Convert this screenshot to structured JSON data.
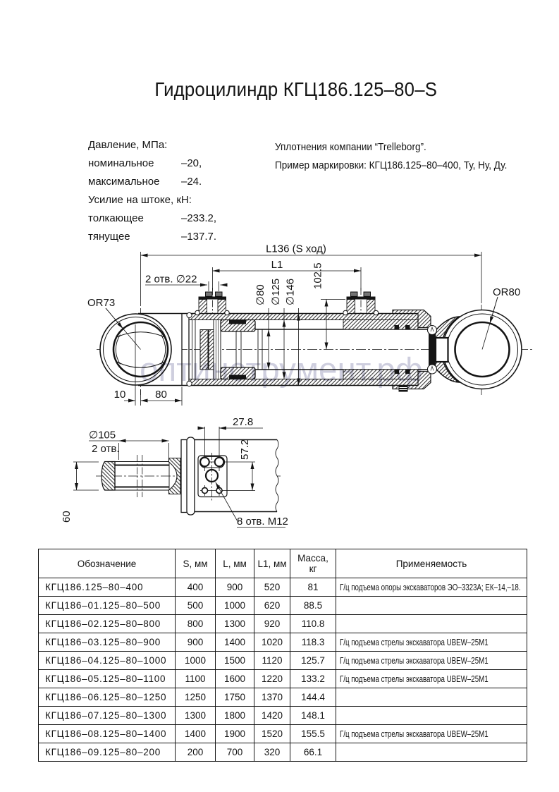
{
  "colors": {
    "ink": "#141414",
    "watermark": "#c9c9db"
  },
  "page": {
    "title": "Гидроцилиндр КГЦ186.125–80–S"
  },
  "specs": {
    "lines": [
      {
        "label": "Давление, МПа:",
        "value": ""
      },
      {
        "label": "номинальное",
        "value": "–20,"
      },
      {
        "label": "максимальное",
        "value": "–24."
      },
      {
        "label": "Усилие на штоке, кН:",
        "value": ""
      },
      {
        "label": "толкающее",
        "value": "–233.2,"
      },
      {
        "label": "тянущее",
        "value": "–137.7."
      }
    ]
  },
  "notes": {
    "line1": "Уплотнения компании “Trelleborg”.",
    "line2": "Пример маркировки: КГЦ186.125–80–400, Ту, Ну, Ду."
  },
  "drawing": {
    "dim_stroke": "L136 (S ход)",
    "dim_l1": "L1",
    "ports_label": "2 отв. ∅22",
    "d80": "∅80",
    "d125": "∅125",
    "d146": "∅146",
    "h102": "102.5",
    "or73": "OR73",
    "or80": "OR80",
    "dim10": "10",
    "dim80": "80"
  },
  "view2": {
    "d105": "∅105",
    "holes": "2 отв.",
    "w278": "27.8",
    "h572": "57.2",
    "h60": "60",
    "m12": "8 отв. М12"
  },
  "watermark": "оптинструмент.рф",
  "table": {
    "headers": {
      "c1": "Обозначение",
      "c2": "S, мм",
      "c3": "L, мм",
      "c4": "L1, мм",
      "c5a": "Масса,",
      "c5b": "кг",
      "c6": "Применяемость"
    },
    "rows": [
      {
        "name": "КГЦ186.125–80–400",
        "s": "400",
        "l": "900",
        "l1": "520",
        "mass": "81",
        "app": "Г/ц подъема опоры экскаваторов ЭО–3323А; ЕК–14,–18."
      },
      {
        "name": "КГЦ186–01.125–80–500",
        "s": "500",
        "l": "1000",
        "l1": "620",
        "mass": "88.5",
        "app": ""
      },
      {
        "name": "КГЦ186–02.125–80–800",
        "s": "800",
        "l": "1300",
        "l1": "920",
        "mass": "110.8",
        "app": ""
      },
      {
        "name": "КГЦ186–03.125–80–900",
        "s": "900",
        "l": "1400",
        "l1": "1020",
        "mass": "118.3",
        "app": "Г/ц подъема стрелы экскаватора UBEW–25М1"
      },
      {
        "name": "КГЦ186–04.125–80–1000",
        "s": "1000",
        "l": "1500",
        "l1": "1120",
        "mass": "125.7",
        "app": "Г/ц подъема стрелы экскаватора UBEW–25М1"
      },
      {
        "name": "КГЦ186–05.125–80–1100",
        "s": "1100",
        "l": "1600",
        "l1": "1220",
        "mass": "133.2",
        "app": "Г/ц подъема стрелы экскаватора UBEW–25М1"
      },
      {
        "name": "КГЦ186–06.125–80–1250",
        "s": "1250",
        "l": "1750",
        "l1": "1370",
        "mass": "144.4",
        "app": ""
      },
      {
        "name": "КГЦ186–07.125–80–1300",
        "s": "1300",
        "l": "1800",
        "l1": "1420",
        "mass": "148.1",
        "app": ""
      },
      {
        "name": "КГЦ186–08.125–80–1400",
        "s": "1400",
        "l": "1900",
        "l1": "1520",
        "mass": "155.5",
        "app": "Г/ц подъема стрелы экскаватора UBEW–25М1"
      },
      {
        "name": "КГЦ186–09.125–80–200",
        "s": "200",
        "l": "700",
        "l1": "320",
        "mass": "66.1",
        "app": ""
      }
    ]
  }
}
